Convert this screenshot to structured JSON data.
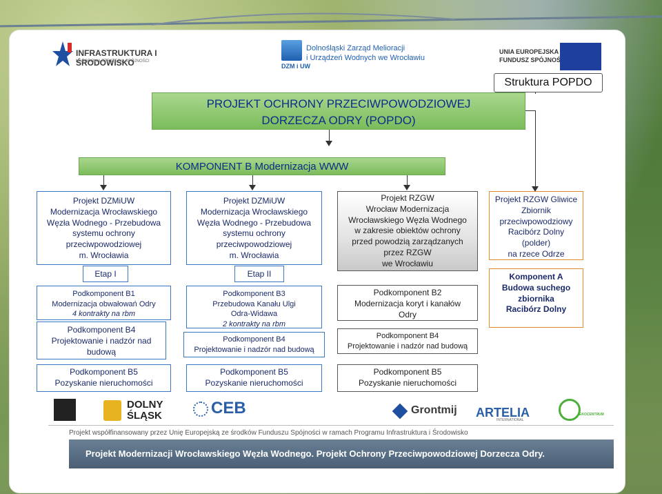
{
  "logos": {
    "infra_title": "INFRASTRUKTURA I ŚRODOWISKO",
    "infra_sub": "NARODOWA STRATEGIA SPÓJNOŚCI",
    "dzmiuw_line1": "Dolnośląski Zarząd Melioracji",
    "dzmiuw_line2": "i Urządzeń Wodnych we Wrocławiu",
    "dzmiuw_abbr": "DZM i UW",
    "eu_line1": "UNIA EUROPEJSKA",
    "eu_line2": "FUNDUSZ SPÓJNOŚCI",
    "dolny": "DOLNY",
    "slask": "ŚLĄSK",
    "ceb": "CEB",
    "grontmij": "Grontmij",
    "artelia": "ARTELIA",
    "artelia_sub": "INTERNATIONAL",
    "ekocentrum": "EKOCENTRUM"
  },
  "struktura": "Struktura POPDO",
  "main_title_line1": "PROJEKT OCHRONY PRZECIWPOWODZIOWEJ",
  "main_title_line2": "DORZECZA ODRY (POPDO)",
  "komponent_b": "KOMPONENT B Modernizacja WWW",
  "col1": {
    "header": [
      "Projekt DZMiUW",
      "Modernizacja Wrocławskiego",
      "Węzła Wodnego - Przebudowa",
      "systemu ochrony",
      "przeciwpowodziowej",
      "m. Wrocławia"
    ],
    "etap": "Etap I",
    "b1": [
      "Podkomponent B1",
      "Modernizacja obwałowań Odry"
    ],
    "b1_note": "4 kontrakty na rbm",
    "b4": [
      "Podkomponent B4",
      "Projektowanie i nadzór nad",
      "budową"
    ],
    "b5": [
      "Podkomponent B5",
      "Pozyskanie nieruchomości"
    ]
  },
  "col2": {
    "header": [
      "Projekt DZMiUW",
      "Modernizacja Wrocławskiego",
      "Węzła Wodnego - Przebudowa",
      "systemu ochrony",
      "przeciwpowodziowej",
      "m. Wrocławia"
    ],
    "etap": "Etap II",
    "b3": [
      "Podkomponent B3",
      "Przebudowa Kanału Ulgi",
      "Odra-Widawa"
    ],
    "b3_note": "2 kontrakty na rbm",
    "b4": [
      "Podkomponent B4",
      "Projektowanie i nadzór nad budową"
    ],
    "b5": [
      "Podkomponent B5",
      "Pozyskanie nieruchomości"
    ]
  },
  "col3": {
    "header": [
      "Projekt RZGW",
      "Wrocław Modernizacja",
      "Wrocławskiego Węzła Wodnego",
      "w zakresie obiektów ochrony",
      "przed powodzią zarządzanych",
      "przez RZGW",
      "we Wrocławiu"
    ],
    "b2": [
      "Podkomponent B2",
      "Modernizacja koryt i kanałów",
      "Odry"
    ],
    "b4": [
      "Podkomponent B4",
      "Projektowanie i nadzór nad budową"
    ],
    "b5": [
      "Podkomponent B5",
      "Pozyskanie nieruchomości"
    ]
  },
  "col4": {
    "header": [
      "Projekt RZGW Gliwice",
      "Zbiornik",
      "przeciwpowodziowy",
      "Racibórz Dolny",
      "(polder)",
      "na rzece Odrze"
    ],
    "komp_a": [
      "Komponent A",
      "Budowa suchego",
      "zbiornika",
      "Racibórz Dolny"
    ]
  },
  "cofund_text": "Projekt współfinansowany przez Unię Europejską ze środków Funduszu Spójności w ramach Programu Infrastruktura i Środowisko",
  "footer_text": "Projekt Modernizacji Wrocławskiego Węzła Wodnego. Projekt Ochrony Przeciwpowodziowej Dorzecza Odry.",
  "colors": {
    "box_border_blue": "#3a76c4",
    "title_green": "#7cbc5b",
    "col4_border": "#e08a2a",
    "footer": "#566c82"
  }
}
